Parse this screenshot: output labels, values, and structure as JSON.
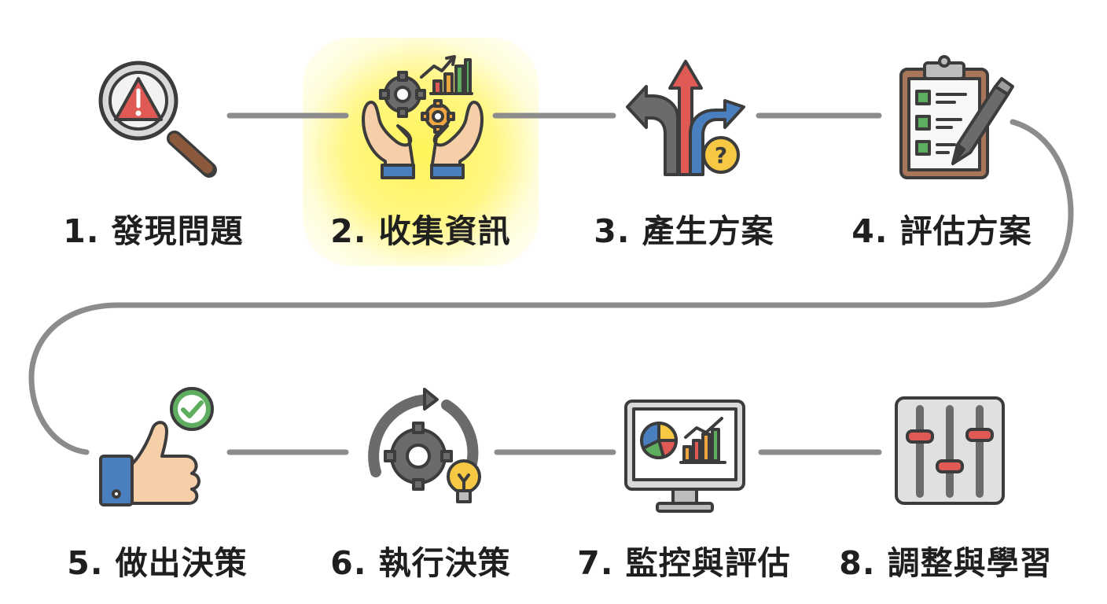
{
  "steps": [
    {
      "label": "1. 發現問題",
      "icon": "magnifier-warning-icon",
      "highlighted": false
    },
    {
      "label": "2. 收集資訊",
      "icon": "hands-gears-chart-icon",
      "highlighted": true
    },
    {
      "label": "3. 產生方案",
      "icon": "branching-arrows-question-icon",
      "highlighted": false
    },
    {
      "label": "4. 評估方案",
      "icon": "clipboard-checklist-pen-icon",
      "highlighted": false
    },
    {
      "label": "5. 做出決策",
      "icon": "thumbs-up-check-icon",
      "highlighted": false
    },
    {
      "label": "6. 執行決策",
      "icon": "gear-cycle-lightbulb-icon",
      "highlighted": false
    },
    {
      "label": "7. 監控與評估",
      "icon": "monitor-analytics-icon",
      "highlighted": false
    },
    {
      "label": "8. 調整與學習",
      "icon": "sliders-icon",
      "highlighted": false
    }
  ],
  "colors": {
    "connector": "#8c8c8c",
    "outline": "#3c3c3c",
    "highlight": "#fff24a",
    "red": "#e05a55",
    "blue": "#4a7fbf",
    "green": "#5fae5f",
    "orange": "#f0a640",
    "yellow": "#f7c843",
    "gray": "#6b6b6b",
    "skin": "#f6cfa8"
  }
}
